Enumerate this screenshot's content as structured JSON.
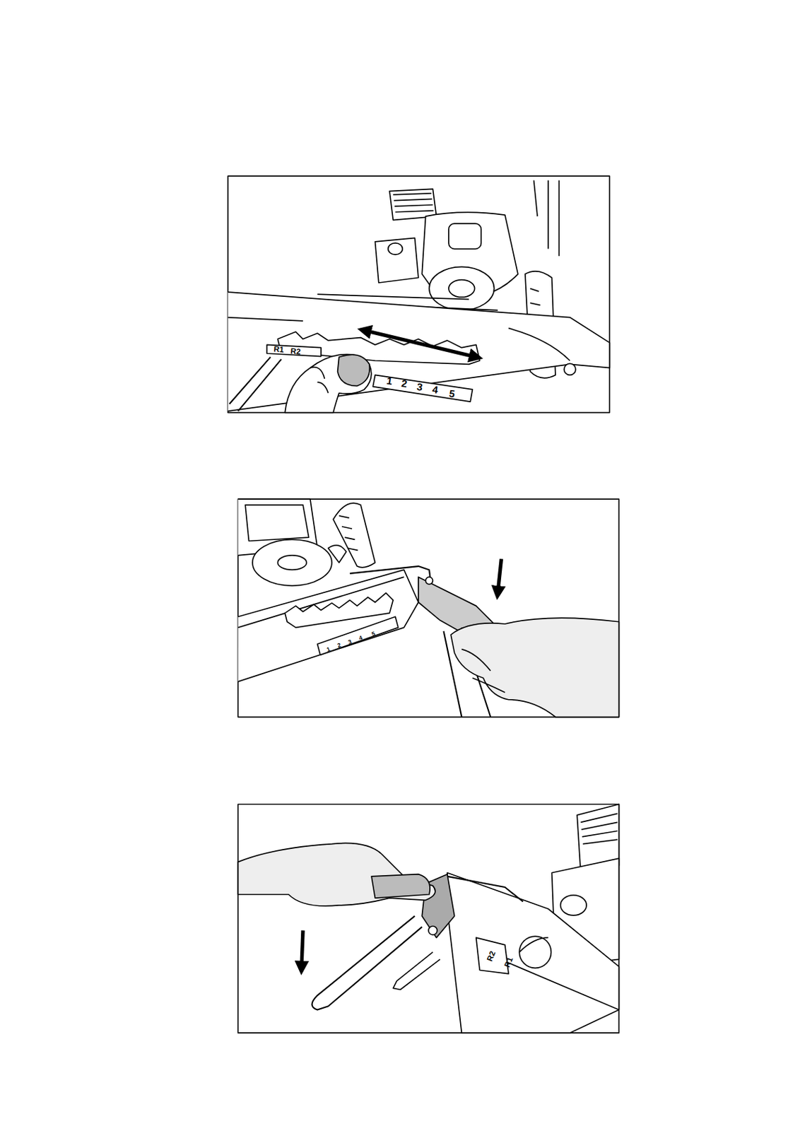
{
  "diagram": {
    "labels": [
      "R1",
      "R2",
      "1",
      "2",
      "3",
      "4",
      "5",
      "1",
      "2",
      "3",
      "4",
      "5",
      "R2",
      "R1"
    ]
  }
}
